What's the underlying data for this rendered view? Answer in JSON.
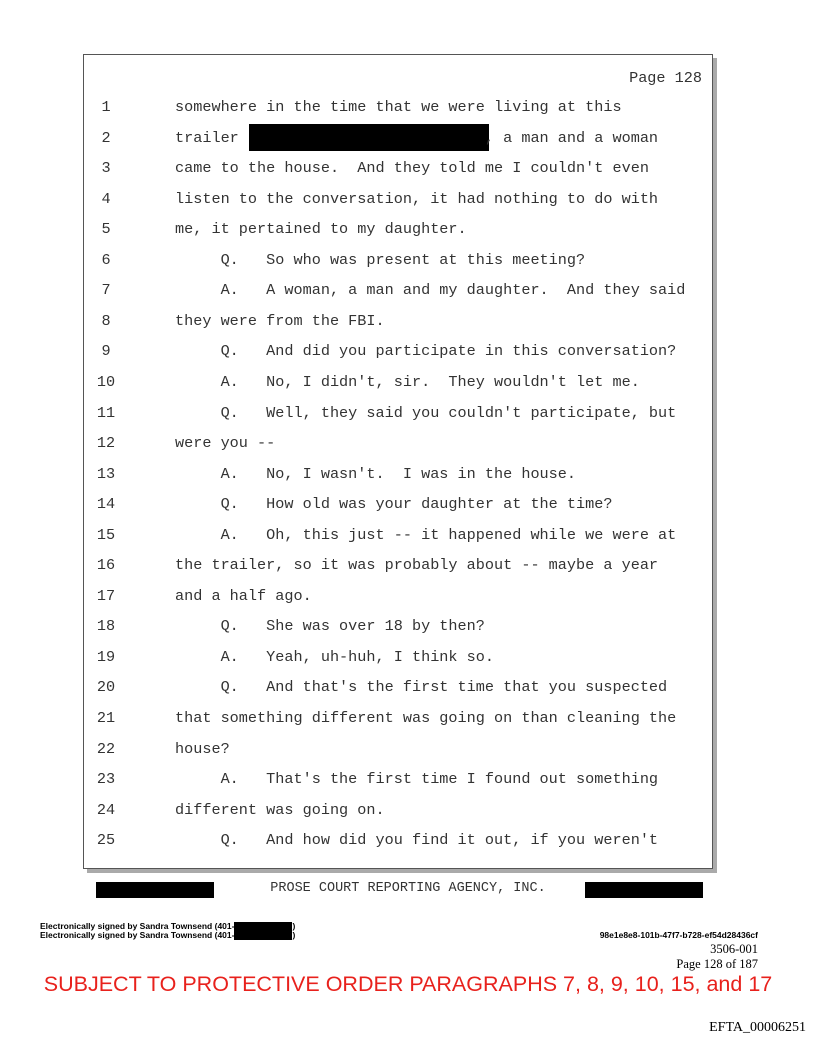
{
  "page_label": "Page 128",
  "lines": [
    {
      "n": "1",
      "t": "somewhere in the time that we were living at this"
    },
    {
      "n": "2",
      "t": "trailer                           , a man and a woman"
    },
    {
      "n": "3",
      "t": "came to the house.  And they told me I couldn't even"
    },
    {
      "n": "4",
      "t": "listen to the conversation, it had nothing to do with"
    },
    {
      "n": "5",
      "t": "me, it pertained to my daughter."
    },
    {
      "n": "6",
      "t": "     Q.   So who was present at this meeting?"
    },
    {
      "n": "7",
      "t": "     A.   A woman, a man and my daughter.  And they said"
    },
    {
      "n": "8",
      "t": "they were from the FBI."
    },
    {
      "n": "9",
      "t": "     Q.   And did you participate in this conversation?"
    },
    {
      "n": "10",
      "t": "     A.   No, I didn't, sir.  They wouldn't let me."
    },
    {
      "n": "11",
      "t": "     Q.   Well, they said you couldn't participate, but"
    },
    {
      "n": "12",
      "t": "were you --"
    },
    {
      "n": "13",
      "t": "     A.   No, I wasn't.  I was in the house."
    },
    {
      "n": "14",
      "t": "     Q.   How old was your daughter at the time?"
    },
    {
      "n": "15",
      "t": "     A.   Oh, this just -- it happened while we were at"
    },
    {
      "n": "16",
      "t": "the trailer, so it was probably about -- maybe a year"
    },
    {
      "n": "17",
      "t": "and a half ago."
    },
    {
      "n": "18",
      "t": "     Q.   She was over 18 by then?"
    },
    {
      "n": "19",
      "t": "     A.   Yeah, uh-huh, I think so."
    },
    {
      "n": "20",
      "t": "     Q.   And that's the first time that you suspected"
    },
    {
      "n": "21",
      "t": "that something different was going on than cleaning the"
    },
    {
      "n": "22",
      "t": "house?"
    },
    {
      "n": "23",
      "t": "     A.   That's the first time I found out something"
    },
    {
      "n": "24",
      "t": "different was going on."
    },
    {
      "n": "25",
      "t": "     Q.   And how did you find it out, if you weren't"
    }
  ],
  "footer": {
    "agency": "PROSE COURT REPORTING AGENCY, INC.",
    "signatures": [
      "Electronically signed by Sandra Townsend (401-",
      "Electronically signed by Sandra Townsend (401-"
    ],
    "sig_close": ")",
    "hash": "98e1e8e8-101b-47f7-b728-ef54d28436cf",
    "doc_number": "3506-001",
    "page_of": "Page 128 of 187",
    "protective_order": "SUBJECT TO PROTECTIVE ORDER PARAGRAPHS 7, 8, 9, 10, 15, and 17",
    "bates": "EFTA_00006251"
  }
}
